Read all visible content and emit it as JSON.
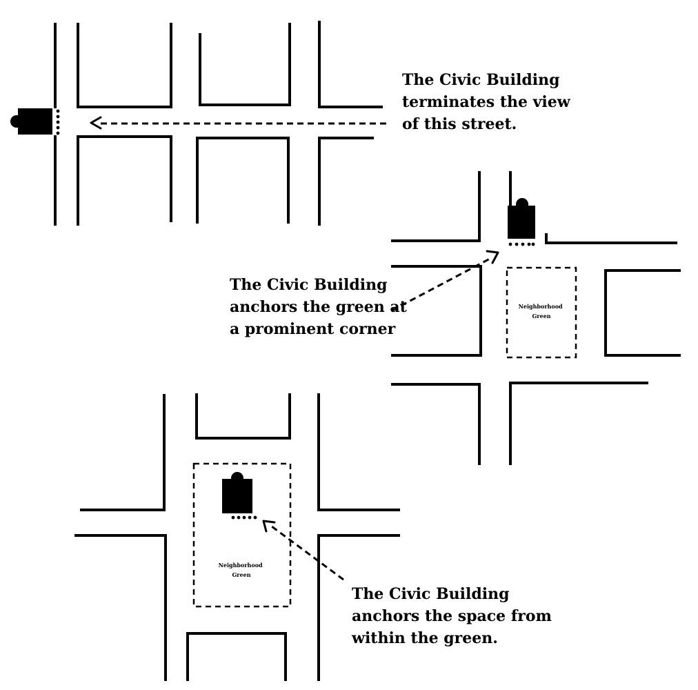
{
  "panels": {
    "terminate": {
      "caption": [
        "The Civic Building",
        "terminates the view",
        "of this street."
      ]
    },
    "corner": {
      "caption": [
        "The Civic Building",
        "anchors the green at",
        "a prominent corner"
      ],
      "green_label": [
        "Neighborhood",
        "Green"
      ]
    },
    "within": {
      "caption": [
        "The Civic Building",
        "anchors the space from",
        "within the green."
      ],
      "green_label": [
        "Neighborhood",
        "Green"
      ]
    }
  }
}
